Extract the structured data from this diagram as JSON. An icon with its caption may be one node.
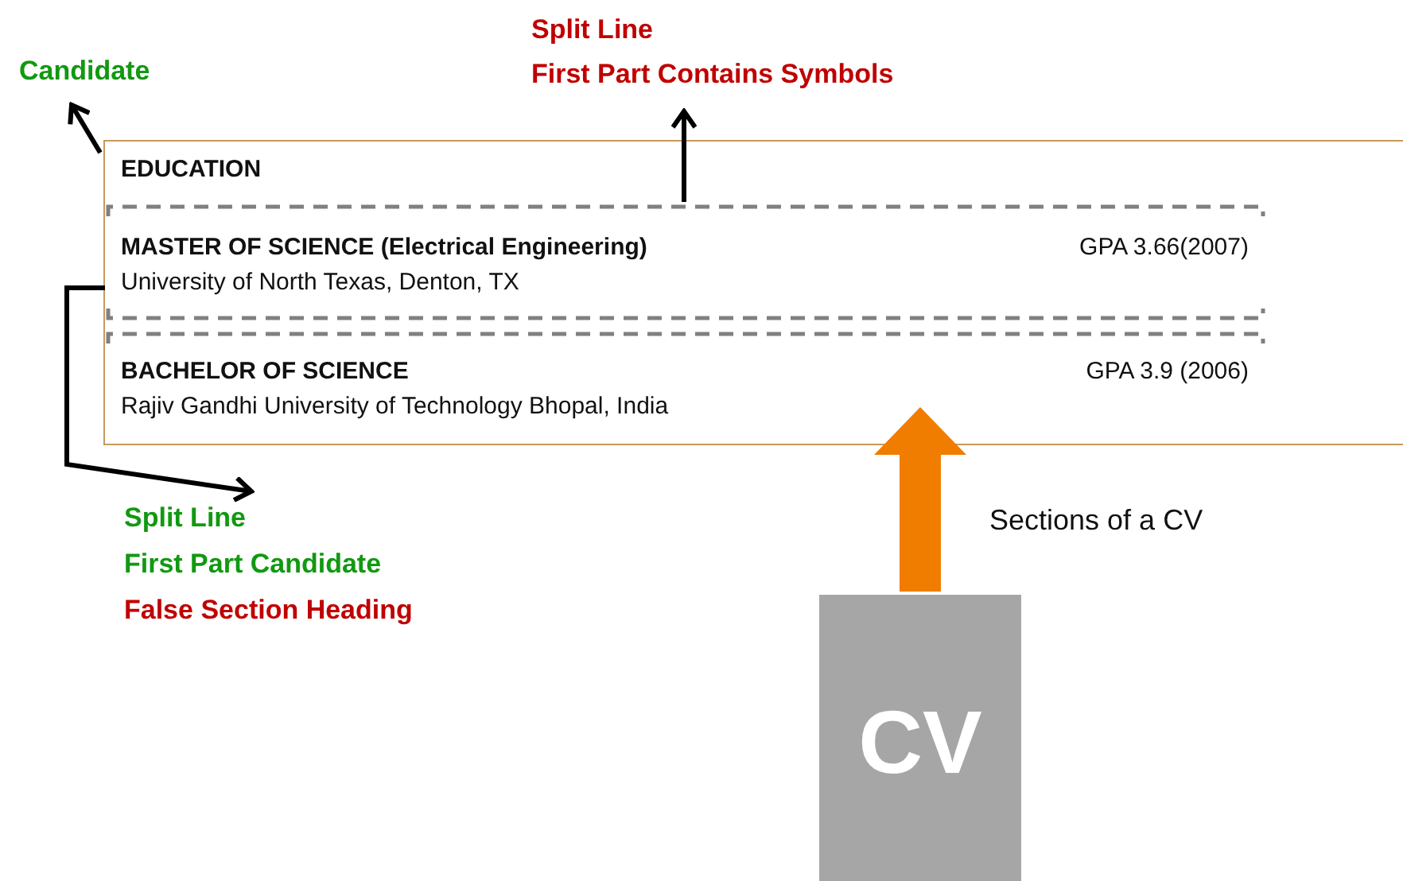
{
  "diagram": {
    "nodes": [
      {
        "text": [
          "Candidate"
        ]
      },
      {
        "text": [
          "Split Line",
          "First Part Contains Symbols"
        ]
      },
      {
        "text": [
          "EDUCATION"
        ]
      },
      {
        "text": [
          "MASTER OF SCIENCE (Electrical Engineering)",
          "GPA 3.66(2007)",
          "University of North Texas, Denton, TX"
        ],
        "in": 2
      },
      {
        "text": [
          "BACHELOR OF SCIENCE",
          "GPA 3.9 (2006)",
          "Rajiv Gandhi University of Technology Bhopal, India"
        ],
        "in": 2
      },
      {
        "text": [
          "Split Line",
          "First Part Candidate",
          "False Section Heading"
        ]
      },
      {
        "text": [
          "CV"
        ]
      }
    ],
    "edges": [
      {
        "from": 2,
        "to": 0,
        "arrow": "to"
      },
      {
        "from": 3,
        "to": 1,
        "arrow": "to"
      },
      {
        "from": 3,
        "to": 5,
        "arrow": "to"
      },
      {
        "from": 6,
        "to": 2,
        "arrow": "to",
        "label": "Sections of a CV",
        "style": "thick",
        "color": "#f07d00"
      }
    ]
  }
}
